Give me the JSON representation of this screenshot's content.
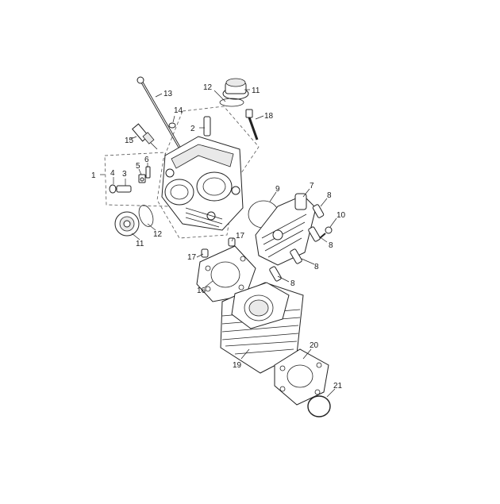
{
  "callouts": [
    "1",
    "2",
    "3",
    "4",
    "5",
    "6",
    "7",
    "8",
    "9",
    "10",
    "11",
    "12",
    "13",
    "14",
    "15",
    "16",
    "17",
    "18",
    "19",
    "20",
    "21"
  ],
  "colors": {
    "line": "#222222",
    "background": "#ffffff",
    "guide": "#555555"
  }
}
